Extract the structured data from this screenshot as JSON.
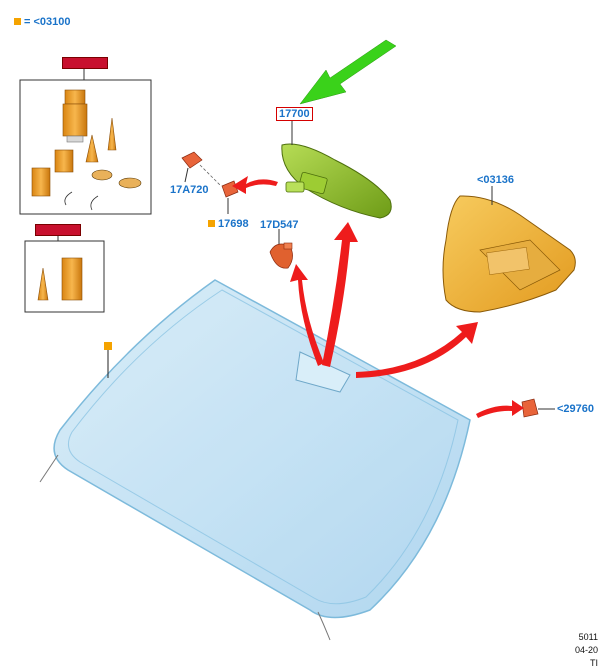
{
  "legend": {
    "swatch_color": "#f5a300",
    "text": "= <03100"
  },
  "callouts": {
    "kit_top": "",
    "kit_bottom": "",
    "mirror": "17700",
    "bracket": "17A720",
    "clip": "17698",
    "sensor": "17D547",
    "cover": "<03136",
    "side_clip": "<29760"
  },
  "footer": {
    "line1": "5011",
    "line2": "04-20",
    "line3": "TI"
  },
  "colors": {
    "glass": "#bfe0f2",
    "glass_edge": "#6fb3d8",
    "mirror": "#8fbf2a",
    "cover": "#f0b431",
    "parts_orange": "#f2a23a",
    "arrow_red": "#ee1c1c",
    "arrow_green": "#3ad21a",
    "callout_blue": "#1a73c9"
  }
}
